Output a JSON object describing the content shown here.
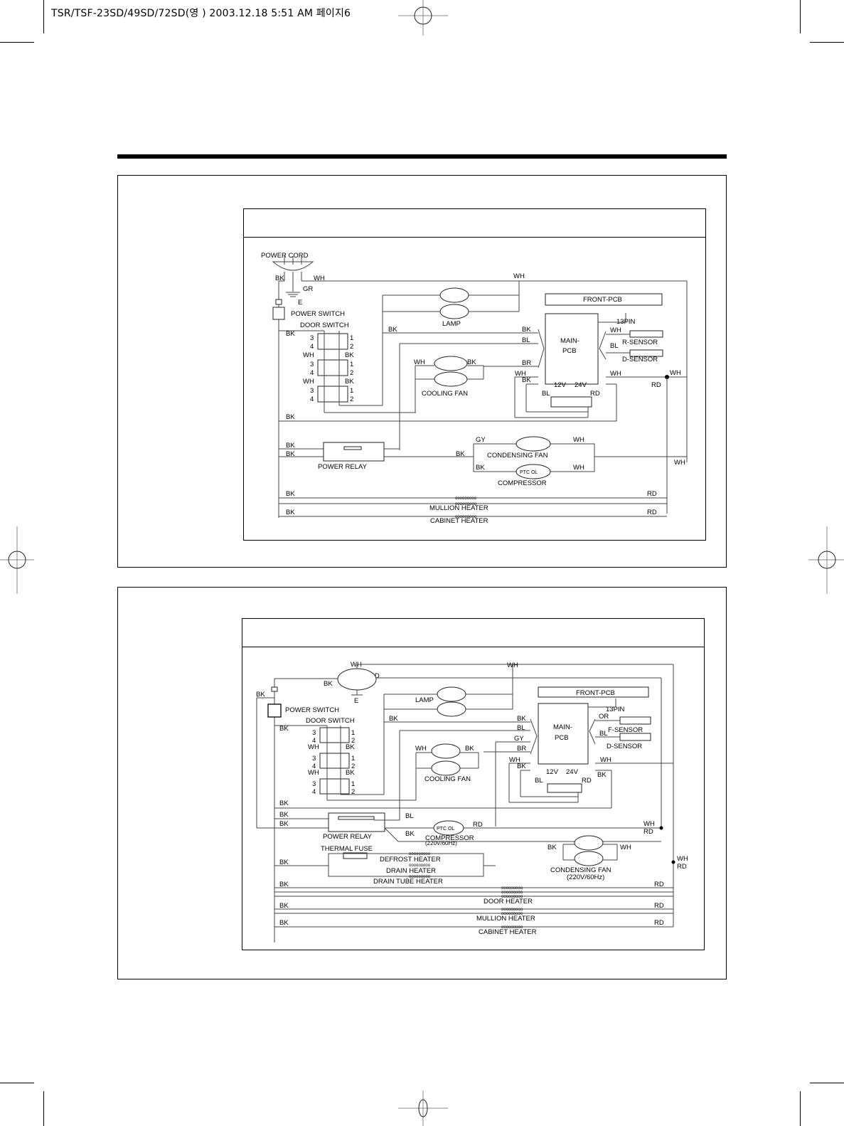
{
  "slug": {
    "text": "TSR/TSF-23SD/49SD/72SD(영 ) 2003.12.18 5:51 AM 페이지6"
  },
  "diagram_1": {
    "title": "",
    "labels": {
      "power_cord": "POWER CORD",
      "bk": "BK",
      "wh": "WH",
      "gr": "GR",
      "e": "E",
      "power_switch": "POWER SWITCH",
      "door_switch": "DOOR SWITCH",
      "lamp": "LAMP",
      "front_pcb": "FRONT-PCB",
      "pin13": "13PIN",
      "main_pcb_1": "MAIN-",
      "main_pcb_2": "PCB",
      "r_sensor": "R-SENSOR",
      "d_sensor": "D-SENSOR",
      "bl": "BL",
      "br": "BR",
      "rd": "RD",
      "gy": "GY",
      "v12": "12V",
      "v24": "24V",
      "cooling_fan": "COOLING FAN",
      "power_relay": "POWER RELAY",
      "condensing_fan": "CONDENSING FAN",
      "ptc_ol": "PTC  OL",
      "compressor": "COMPRESSOR",
      "mullion_heater": "MULLION HEATER",
      "cabinet_heater": "CABINET HEATER",
      "t3": "3",
      "t4": "4",
      "t1": "1",
      "t2": "2"
    }
  },
  "diagram_2": {
    "title": "",
    "labels": {
      "bk": "BK",
      "wh": "WH",
      "rd": "RD",
      "e": "E",
      "power_switch": "POWER SWITCH",
      "door_switch": "DOOR SWITCH",
      "lamp": "LAMP",
      "front_pcb": "FRONT-PCB",
      "pin13": "13PIN",
      "main_pcb_1": "MAIN-",
      "main_pcb_2": "PCB",
      "or": "OR",
      "f_sensor": "F-SENSOR",
      "d_sensor": "D-SENSOR",
      "bl": "BL",
      "gy": "GY",
      "br": "BR",
      "v12": "12V",
      "v24": "24V",
      "cooling_fan": "COOLING FAN",
      "power_relay": "POWER RELAY",
      "ptc_ol": "PTC  OL",
      "compressor": "COMPRESSOR",
      "compressor_rating": "(220V/60Hz)",
      "thermal_fuse": "THERMAL FUSE",
      "defrost_heater": "DEFROST HEATER",
      "drain_heater": "DRAIN HEATER",
      "drain_tube_heater": "DRAIN TUBE HEATER",
      "condensing_fan": "CONDENSING FAN",
      "condensing_fan_rating": "(220V/60Hz)",
      "door_heater": "DOOR HEATER",
      "mullion_heater": "MULLION HEATER",
      "cabinet_heater": "CABINET HEATER",
      "t3": "3",
      "t4": "4",
      "t1": "1",
      "t2": "2"
    }
  }
}
